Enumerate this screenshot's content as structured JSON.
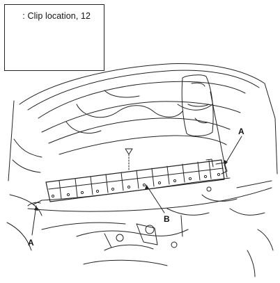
{
  "legend": {
    "marker_symbol": "▷",
    "text": ": Clip location, 12"
  },
  "callouts": {
    "a_upper": "A",
    "a_lower": "A",
    "b": "B"
  },
  "icons": [
    "clip-location-marker-icon",
    "clip-fastener-icon",
    "pointer-triangle-icon"
  ],
  "colors": {
    "line": "#222222",
    "background": "#ffffff"
  }
}
